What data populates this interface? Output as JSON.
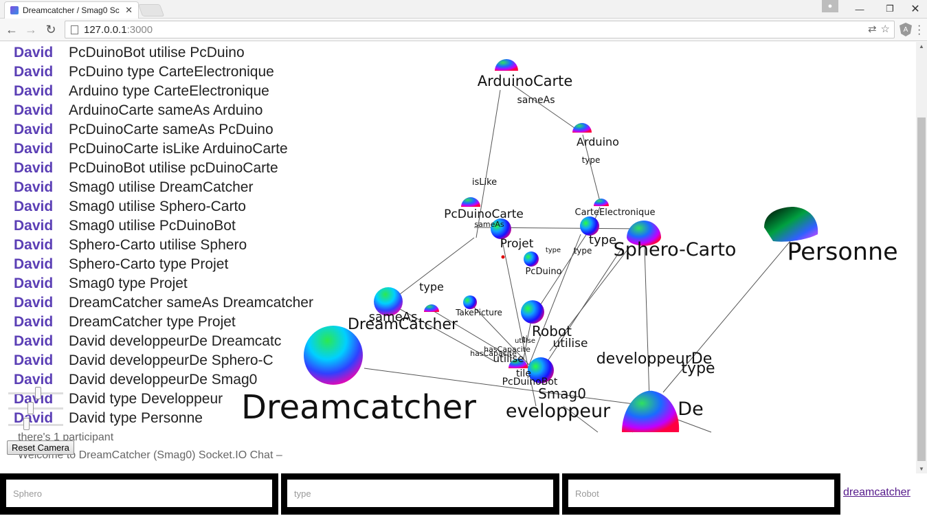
{
  "browser": {
    "tab_title": "Dreamcatcher / Smag0 Sc",
    "url_host": "127.0.0.1",
    "url_port": ":3000"
  },
  "messages": [
    {
      "user": "David",
      "text": "PcDuinoBot utilise PcDuino"
    },
    {
      "user": "David",
      "text": "PcDuino type CarteElectronique"
    },
    {
      "user": "David",
      "text": "Arduino type CarteElectronique"
    },
    {
      "user": "David",
      "text": "ArduinoCarte sameAs Arduino"
    },
    {
      "user": "David",
      "text": "PcDuinoCarte sameAs PcDuino"
    },
    {
      "user": "David",
      "text": "PcDuinoCarte isLike ArduinoCarte"
    },
    {
      "user": "David",
      "text": "PcDuinoBot utilise pcDuinoCarte"
    },
    {
      "user": "David",
      "text": "Smag0 utilise DreamCatcher"
    },
    {
      "user": "David",
      "text": "Smag0 utilise Sphero-Carto"
    },
    {
      "user": "David",
      "text": "Smag0 utilise PcDuinoBot"
    },
    {
      "user": "David",
      "text": "Sphero-Carto utilise Sphero"
    },
    {
      "user": "David",
      "text": "Sphero-Carto type Projet"
    },
    {
      "user": "David",
      "text": "Smag0 type Projet"
    },
    {
      "user": "David",
      "text": "DreamCatcher sameAs Dreamcatcher"
    },
    {
      "user": "David",
      "text": "DreamCatcher type Projet"
    },
    {
      "user": "David",
      "text": "David developpeurDe Dreamcatc"
    },
    {
      "user": "David",
      "text": "David developpeurDe Sphero-C"
    },
    {
      "user": "David",
      "text": "David developpeurDe Smag0"
    },
    {
      "user": "David",
      "text": "David type Developpeur"
    },
    {
      "user": "David",
      "text": "David type Personne"
    }
  ],
  "participants_text": "there's 1 participant",
  "welcome_text": "Welcome to DreamCatcher (Smag0) Socket.IO Chat –",
  "reset_button_label": "Reset Camera",
  "graph": {
    "node_labels": {
      "arduinocarte": "ArduinoCarte",
      "arduino": "Arduino",
      "pcduinocarte": "PcDuinoCarte",
      "carteelectronique": "CarteElectronique",
      "projet": "Projet",
      "pcduino": "PcDuino",
      "sphero_carto": "Sphero-Carto",
      "personne": "Personne",
      "dreamcatcher_small": "DreamCatcher",
      "takepicture": "TakePicture",
      "robot": "Robot",
      "pcduinobot": "PcDuinoBot",
      "smag0": "Smag0",
      "dreamcatcher_big": "Dreamcatcher",
      "developpeur": "eveloppeur",
      "david_partial": "De"
    },
    "edge_labels": {
      "sameas_top": "sameAs",
      "type_arduino": "type",
      "islike": "isLike",
      "sameas_pcduino": "sameAs",
      "type_projet1": "type",
      "type_projet2": "type",
      "type_projet3": "type",
      "type_dc": "type",
      "sameas_dc": "sameAs",
      "utilise_robot": "utilise",
      "utilise_small": "utilise",
      "utilise_mid": "utilise",
      "hascapacite1": "hasCapacite",
      "hascapacite2": "hasCapacite",
      "developpeurde": "developpeurDe",
      "type_personne": "type",
      "partial_ti": "ti",
      "partial_tile": "tile"
    }
  },
  "form": {
    "subject_placeholder": "Sphero",
    "predicate_placeholder": "type",
    "object_placeholder": "Robot",
    "send_link": "dreamcatcher"
  }
}
